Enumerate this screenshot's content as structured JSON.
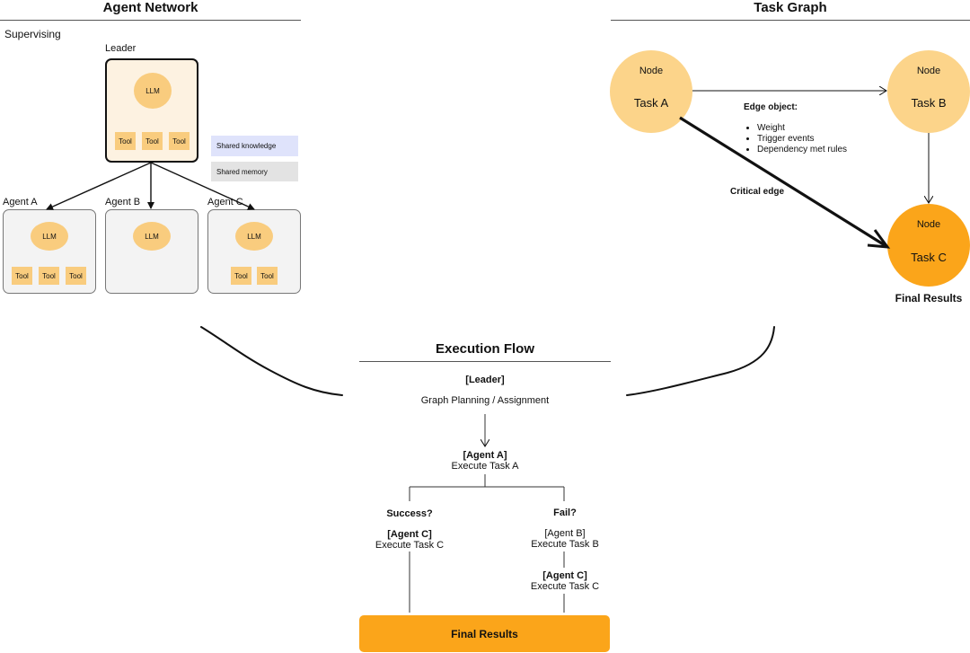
{
  "agent_network": {
    "title": "Agent Network",
    "supervising": "Supervising",
    "leader": {
      "label": "Leader",
      "llm": "LLM",
      "tools": [
        "Tool",
        "Tool",
        "Tool"
      ]
    },
    "shared_knowledge": "Shared knowledge",
    "shared_memory": "Shared memory",
    "agents": [
      {
        "label": "Agent A",
        "llm": "LLM",
        "tools": [
          "Tool",
          "Tool",
          "Tool"
        ]
      },
      {
        "label": "Agent B",
        "llm": "LLM",
        "tools": []
      },
      {
        "label": "Agent C",
        "llm": "LLM",
        "tools": [
          "Tool",
          "Tool"
        ]
      }
    ],
    "colors": {
      "tool": "#f9cc7e",
      "knowledge": "#dfe3fb",
      "memory": "#e3e3e3",
      "leader_bg": "#fdf2e1"
    }
  },
  "task_graph": {
    "title": "Task Graph",
    "nodes": [
      {
        "label": "Node",
        "task": "Task A"
      },
      {
        "label": "Node",
        "task": "Task B"
      },
      {
        "label": "Node",
        "task": "Task C"
      }
    ],
    "edge_object_title": "Edge object:",
    "edge_object_items": [
      "Weight",
      "Trigger events",
      "Dependency met rules"
    ],
    "critical_edge": "Critical edge",
    "final_results": "Final Results",
    "colors": {
      "node": "#fcd48a",
      "final_node": "#fba51a"
    }
  },
  "execution_flow": {
    "title": "Execution Flow",
    "leader_tag": "[Leader]",
    "planning": "Graph Planning / Assignment",
    "agent_a_tag": "[Agent A]",
    "agent_a_task": "Execute Task A",
    "success": "Success?",
    "fail": "Fail?",
    "success_tag": "[Agent C]",
    "success_task": "Execute Task C",
    "fail_tag": "[Agent B]",
    "fail_task": "Execute Task B",
    "fail2_tag": "[Agent C]",
    "fail2_task": "Execute Task C",
    "final_results": "Final Results",
    "colors": {
      "final": "#fba51a"
    }
  }
}
